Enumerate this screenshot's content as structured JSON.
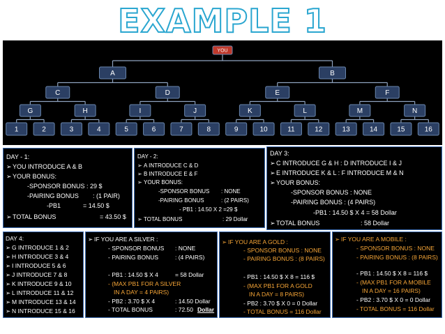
{
  "title": "EXAMPLE 1",
  "tree": {
    "root": "YOU",
    "level1": [
      "A",
      "B"
    ],
    "level2": [
      "C",
      "D",
      "E",
      "F"
    ],
    "level3": [
      "G",
      "H",
      "I",
      "J",
      "K",
      "L",
      "M",
      "N"
    ],
    "level4": [
      "1",
      "2",
      "3",
      "4",
      "5",
      "6",
      "7",
      "8",
      "9",
      "10",
      "11",
      "12",
      "13",
      "14",
      "15",
      "16"
    ]
  },
  "day1": {
    "heading": "DAY - 1:",
    "l1": "YOU INTRODUCE A & B",
    "l2": "YOUR BONUS:",
    "l3": "-SPONSOR BONUS : 29 $",
    "l4a": "-PAIRING BONUS",
    "l4b": ": (1 PAIR)",
    "l5a": "-PB1",
    "l5b": "= 14.50 $",
    "l6a": "TOTAL BONUS",
    "l6b": "= 43.50 $"
  },
  "day2": {
    "heading": "DAY - 2:",
    "l1": "A INTRODUCE C & D",
    "l2": "B INTRODUCE E & F",
    "l3": "YOUR BONUS:",
    "l4a": "-SPONSOR BONUS",
    "l4b": ": NONE",
    "l5a": "-PAIRING BONUS",
    "l5b": ": (2 PAIRS)",
    "l6": "- PB1 : 14.50 X 2 =29 $",
    "l7a": "TOTAL BONUS",
    "l7b": ": 29 Dollar"
  },
  "day3": {
    "heading": "DAY 3:",
    "l1": "C INTRODUCE G & H : D INTRODUCE I & J",
    "l2": "E INTRODUCE K & L : F INTRODUCE M & N",
    "l3": "YOUR BONUS:",
    "l4": "-SPONSOR BONUS  : NONE",
    "l5": "-PAIRING BONUS   : (4 PAIRS)",
    "l6": "-PB1 : 14.50 $ X 4 = 58 Dollar",
    "l7a": "TOTAL BONUS",
    "l7b": ": 58 Dollar"
  },
  "day4": {
    "heading": "DAY 4:",
    "items": [
      "G INTRODUCE 1 & 2",
      "H INTRODUCE 3 & 4",
      "I INTRODUCE 5 & 6",
      "J INTRODUCE 7 & 8",
      "K INTRODUCE 9 & 10",
      "L INTRODUCE 11 & 12",
      "M INTRODUCE 13 & 14",
      "N INTRODUCE 15 & 16"
    ]
  },
  "silver": {
    "heading": "IF YOU ARE A SILVER :",
    "sponsor_a": "- SPONSOR BONUS",
    "sponsor_b": ": NONE",
    "pairing_a": "- PAIRING BONUS",
    "pairing_b": ": (4 PAIRS)",
    "pb1_a": "- PB1 : 14.50 $ X 4",
    "pb1_b": "= 58 Dollar",
    "max1": "- (MAX PB1 FOR A SILVER",
    "max2": "IN A DAY = 4 PAIRS)",
    "pb2_a": "- PB2 : 3.70 $ X 4",
    "pb2_b": ": 14.50 Dollar",
    "total_a": "- TOTAL BONUS",
    "total_b": ": 72.50",
    "total_c": "Dollar"
  },
  "gold": {
    "heading": "IF YOU ARE A GOLD :",
    "sponsor": "- SPONSOR BONUS : NONE",
    "pairing": "- PAIRING BONUS : (8 PAIRS)",
    "pb1": "- PB1 : 14.50 $ X 8 = 116 $",
    "max1": "- (MAX PB1 FOR A GOLD",
    "max2": "IN A DAY = 8 PAIRS)",
    "pb2": "- PB2 : 3.70 $ X 0 = 0 Dollar",
    "total": "- TOTAL BONUS = 116 Dollar"
  },
  "mobile": {
    "heading": "IF YOU ARE A MOBILE :",
    "sponsor": "- SPONSOR BONUS : NONE",
    "pairing": "- PAIRING BONUS : (8 PAIRS)",
    "pb1": "- PB1 : 14.50 $ X 8 = 116 $",
    "max1": "- (MAX PB1 FOR A MOBILE",
    "max2": "IN A DAY = 16 PAIRS)",
    "pb2": "- PB2 : 3.70 $  X 0 = 0 Dollar",
    "total": "- TOTAL BONUS = 116 Dollar"
  },
  "colors": {
    "title_outline": "#2aa6d0",
    "node": "#2b3f63",
    "root": "#c0392b",
    "panel_border": "#3b6cb3",
    "highlight": "#f7a637"
  }
}
